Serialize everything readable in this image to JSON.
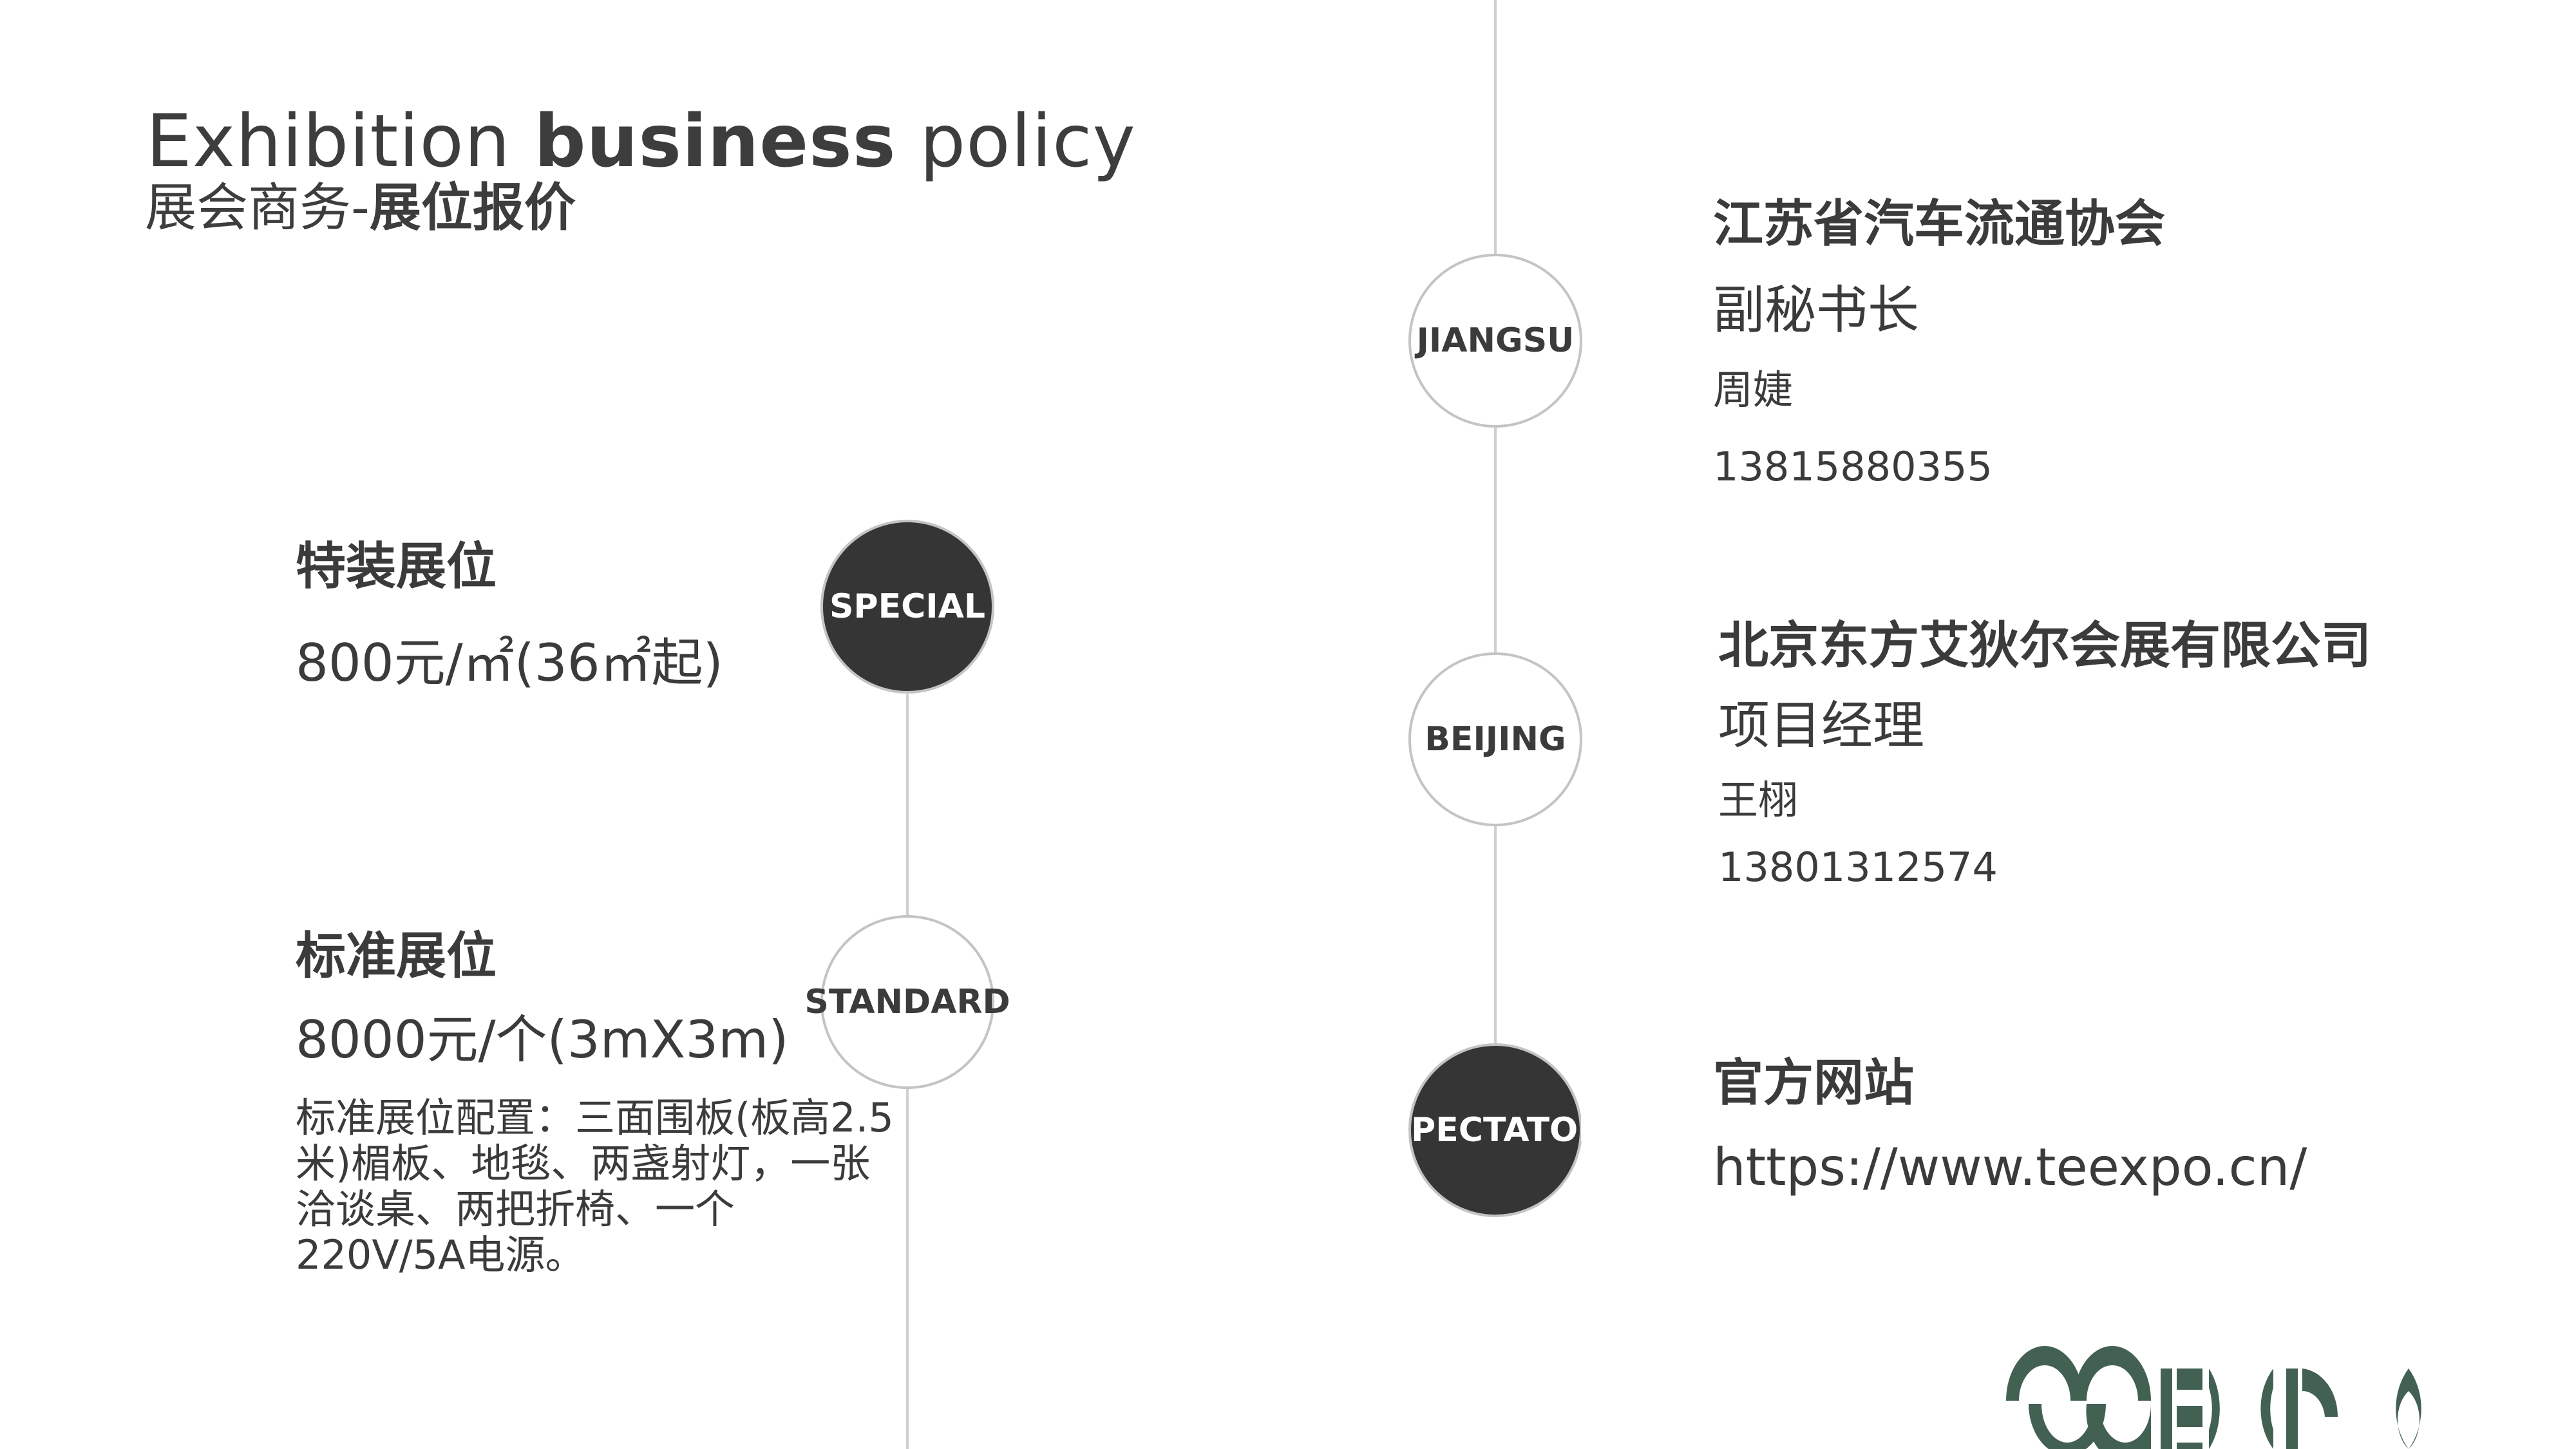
{
  "header": {
    "title_prefix": "Exhibition ",
    "title_bold": "business",
    "title_suffix": " policy",
    "subtitle_prefix": "展会商务-",
    "subtitle_bold": "展位报价"
  },
  "booths": [
    {
      "badge": "SPECIAL",
      "name": "特装展位",
      "price": "800元/㎡(36㎡起)"
    },
    {
      "badge": "STANDARD",
      "name": "标准展位",
      "price": "8000元/个(3mX3m)",
      "description": "标准展位配置：三面围板(板高2.5米)楣板、地毯、两盏射灯，一张洽谈桌、两把折椅、一个220V/5A电源。"
    }
  ],
  "contacts": [
    {
      "badge": "JIANGSU",
      "org": "江苏省汽车流通协会",
      "title": "副秘书长",
      "person": "周婕",
      "phone": "13815880355"
    },
    {
      "badge": "BEIJING",
      "org": "北京东方艾狄尔会展有限公司",
      "title": "项目经理",
      "person": "王栩",
      "phone": "13801312574"
    }
  ],
  "website": {
    "badge": "SPECTATOR",
    "label": "官方网站",
    "url": "https://www.teexpo.cn/"
  },
  "logo": {
    "text": "TEEXPO",
    "color": "#436152"
  },
  "colors": {
    "dark_circle": "#353535",
    "text": "#3b3b3b",
    "line": "#d0d0d0"
  }
}
